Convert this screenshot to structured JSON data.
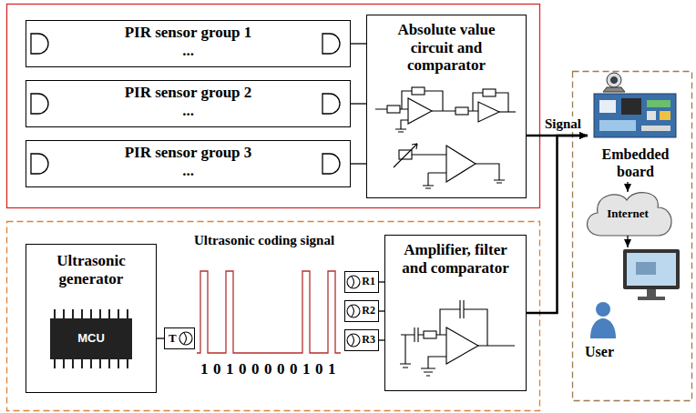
{
  "diagram": {
    "nodes": [
      {
        "text": [
          "PIR sensor group 1",
          "..."
        ]
      },
      {
        "text": [
          "PIR sensor group 2",
          "..."
        ]
      },
      {
        "text": [
          "PIR sensor group 3",
          "..."
        ]
      },
      {
        "text": [
          "Absolute value circuit and comparator"
        ]
      },
      {
        "text": [
          "Ultrasonic generator",
          "MCU"
        ]
      },
      {
        "text": [
          "T"
        ]
      },
      {
        "text": [
          "R1"
        ]
      },
      {
        "text": [
          "R2"
        ]
      },
      {
        "text": [
          "R3"
        ]
      },
      {
        "text": [
          "Amplifier, filter and comparator"
        ]
      },
      {
        "text": [
          "Embedded board"
        ]
      },
      {
        "text": [
          "Internet"
        ]
      },
      {
        "text": [
          "User"
        ]
      }
    ],
    "edges": [
      {
        "from": 0,
        "to": 3,
        "arrow": "none"
      },
      {
        "from": 1,
        "to": 3,
        "arrow": "none"
      },
      {
        "from": 2,
        "to": 3,
        "arrow": "none"
      },
      {
        "from": 3,
        "to": 10,
        "label": "Signal",
        "arrow": "to"
      },
      {
        "from": 9,
        "to": 10,
        "arrow": "to"
      },
      {
        "from": 4,
        "to": 5,
        "arrow": "none"
      },
      {
        "from": 6,
        "to": 9,
        "arrow": "none"
      },
      {
        "from": 7,
        "to": 9,
        "arrow": "none"
      },
      {
        "from": 8,
        "to": 9,
        "arrow": "none"
      },
      {
        "from": 10,
        "to": 11,
        "arrow": "to"
      },
      {
        "from": 11,
        "to": 12,
        "arrow": "to"
      }
    ],
    "labels": [
      "Ultrasonic coding signal",
      "10100000101"
    ]
  }
}
